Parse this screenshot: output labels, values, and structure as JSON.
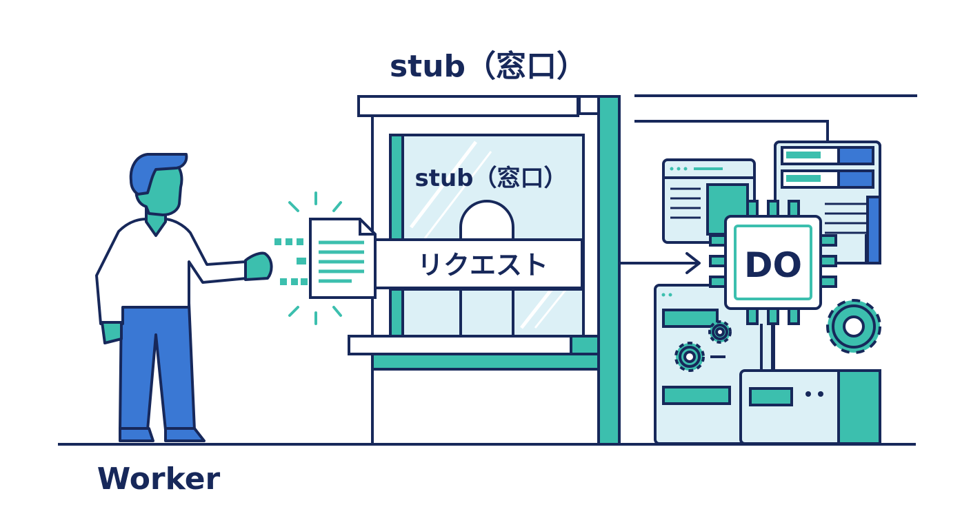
{
  "labels": {
    "stub_title": "stub（窓口）",
    "stub_window_title": "stub（窓口）",
    "request": "リクエスト",
    "durable_object": "DO",
    "worker": "Worker"
  },
  "colors": {
    "navy": "#17285a",
    "teal": "#3cbfae",
    "light_blue": "#dcf0f6",
    "blue": "#3a78d4",
    "skin": "#3cbfae",
    "white": "#ffffff"
  },
  "icons": [
    "person-icon",
    "document-icon",
    "arrow-right-icon",
    "chip-icon",
    "gear-icon",
    "server-icon",
    "browser-window-icon"
  ]
}
